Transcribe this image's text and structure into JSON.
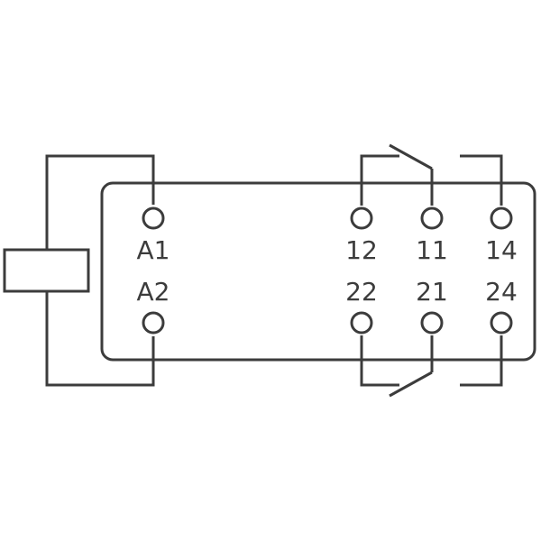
{
  "colors": {
    "stroke": "#3c3c3c",
    "background": "#ffffff"
  },
  "terminals": {
    "a1": "A1",
    "a2": "A2",
    "t12": "12",
    "t11": "11",
    "t14": "14",
    "t22": "22",
    "t21": "21",
    "t24": "24"
  }
}
